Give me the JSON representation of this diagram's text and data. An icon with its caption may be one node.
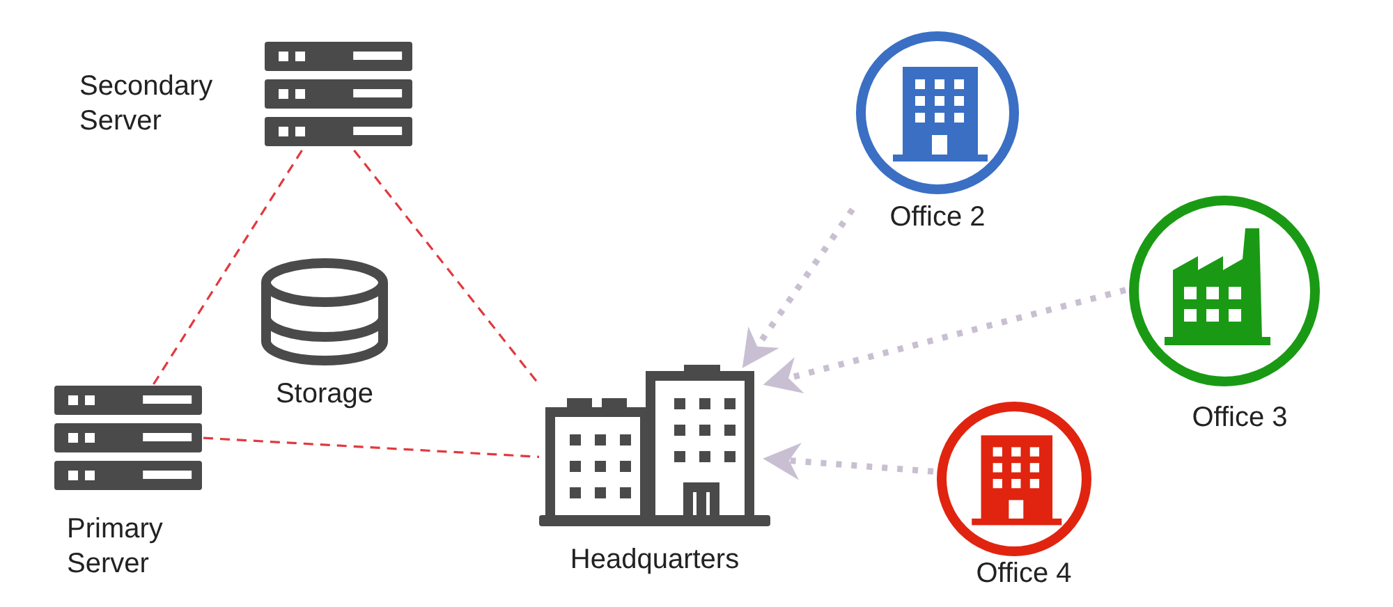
{
  "diagram": {
    "nodes": [
      {
        "text": [
          "Secondary Server"
        ]
      },
      {
        "text": [
          "Storage"
        ]
      },
      {
        "text": [
          "Primary Server"
        ]
      },
      {
        "text": [
          "Headquarters"
        ]
      },
      {
        "text": [
          "Office 2"
        ]
      },
      {
        "text": [
          "Office 3"
        ]
      },
      {
        "text": [
          "Office 4"
        ]
      }
    ],
    "edges": [
      {
        "from": 0,
        "to": 2,
        "arrow": "none",
        "style": "dashed",
        "color": "#e0393e"
      },
      {
        "from": 0,
        "to": 3,
        "arrow": "none",
        "style": "dashed",
        "color": "#e0393e"
      },
      {
        "from": 2,
        "to": 3,
        "arrow": "none",
        "style": "dashed",
        "color": "#e0393e"
      },
      {
        "from": 4,
        "to": 3,
        "arrow": "to",
        "style": "dashed",
        "color": "#c9bfd2"
      },
      {
        "from": 5,
        "to": 3,
        "arrow": "to",
        "style": "dashed",
        "color": "#c9bfd2"
      },
      {
        "from": 6,
        "to": 3,
        "arrow": "to",
        "style": "dashed",
        "color": "#c9bfd2"
      }
    ]
  }
}
